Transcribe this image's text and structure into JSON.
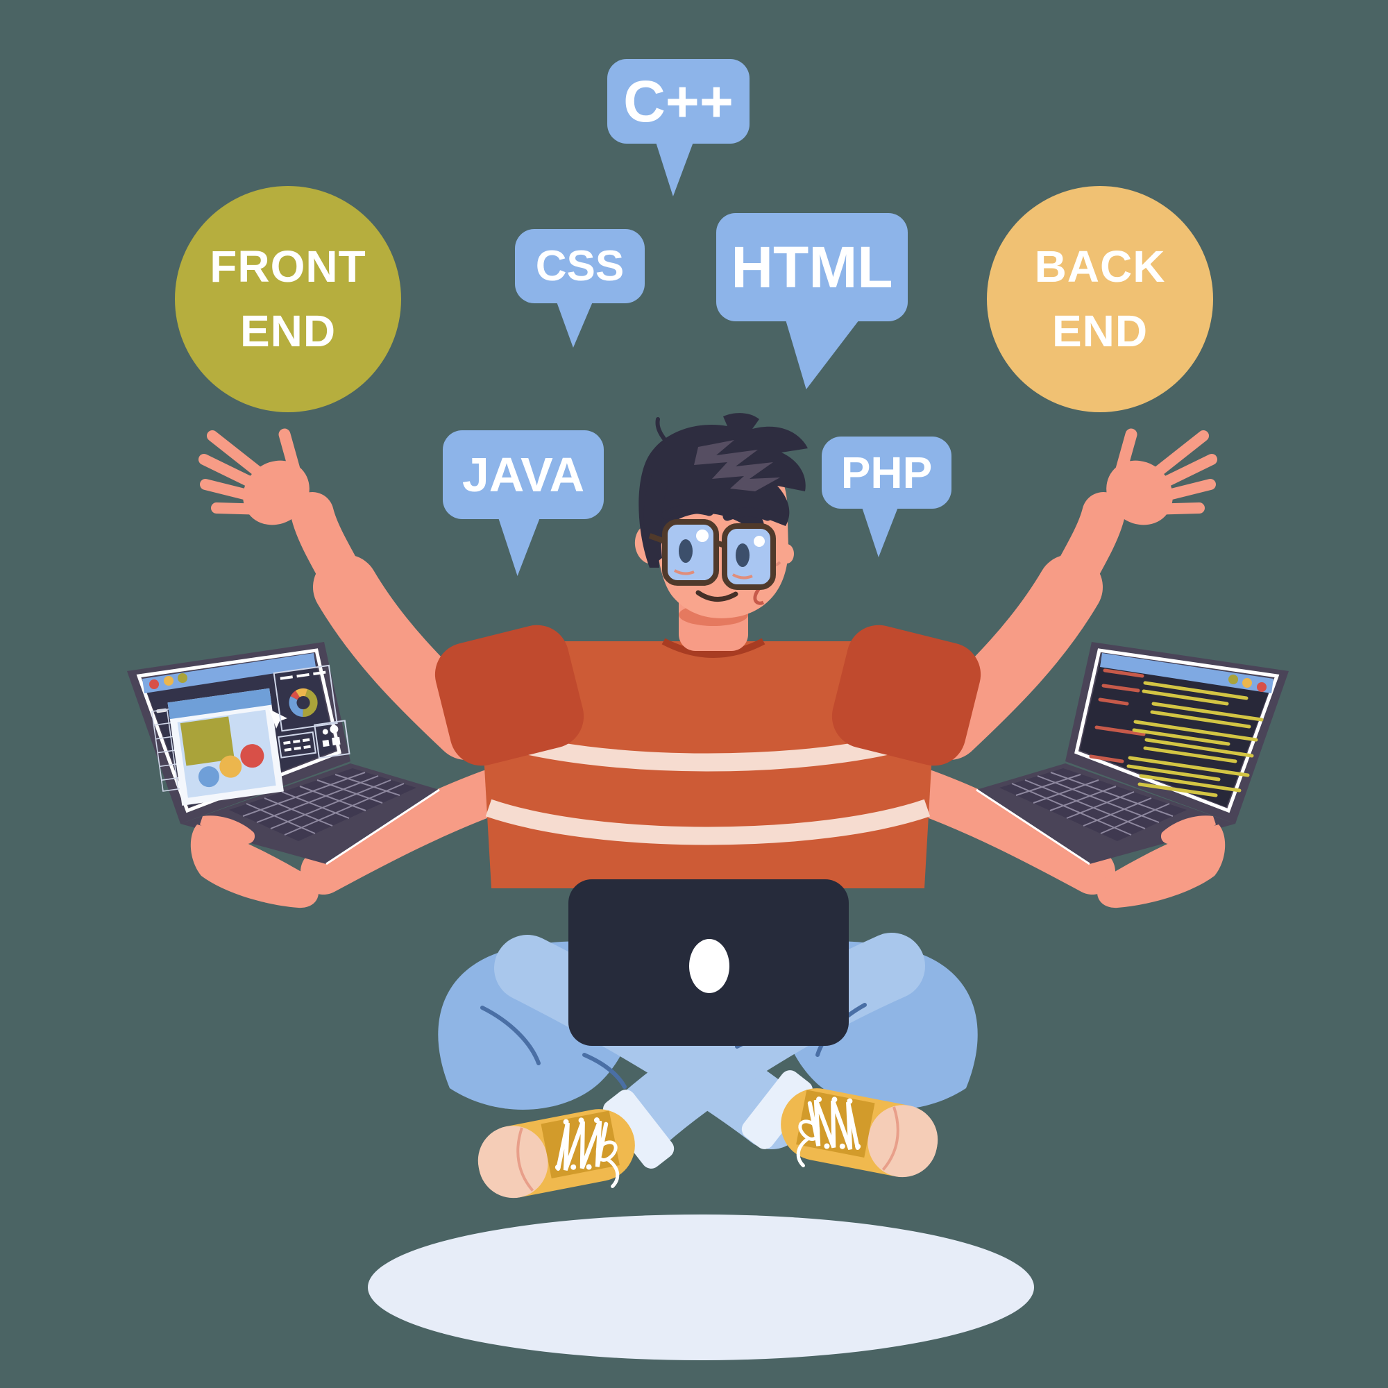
{
  "illustration": {
    "scene_name": "full-stack developer meditating cross-legged with laptops",
    "speech_bubbles": [
      {
        "id": "cpp",
        "label": "C++"
      },
      {
        "id": "css",
        "label": "CSS"
      },
      {
        "id": "html",
        "label": "HTML"
      },
      {
        "id": "java",
        "label": "JAVA"
      },
      {
        "id": "php",
        "label": "PHP"
      }
    ],
    "role_badges": [
      {
        "id": "front-end",
        "line1": "FRONT",
        "line2": "END"
      },
      {
        "id": "back-end",
        "line1": "BACK",
        "line2": "END"
      }
    ],
    "colors": {
      "background": "#4B6464",
      "bubble": "#8DB4E9",
      "badge-front": "#B6AE3E",
      "badge-back": "#F0C173",
      "label-text": "#FFFFFF",
      "skin": "#F79C86",
      "shirt": "#CD5B36",
      "shirt-sleeve": "#C04A2E",
      "shirt-stripe": "#F6DCD0",
      "jeans": "#A9C7EC",
      "jeans-shade": "#8FB5E5",
      "sneaker": "#F0B94E",
      "sneaker-panel": "#D29B2B",
      "toe-cap": "#F5CDB7",
      "hair": "#2E2D40",
      "laptop-body": "#4A4458",
      "laptop-screen": "#33334A",
      "code-yellow": "#D3C544",
      "code-red": "#C75A4A",
      "titlebar": "#7FA9E2",
      "lap-laptop": "#262B3B",
      "ground-shadow": "#E7EDF8"
    }
  }
}
